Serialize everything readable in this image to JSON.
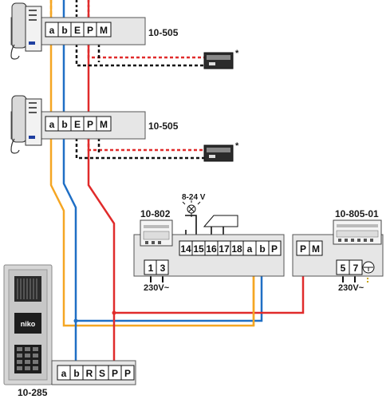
{
  "colors": {
    "orange": "#f5a623",
    "blue": "#1f6fc5",
    "red": "#e02b2b",
    "black": "#111111",
    "box_fill": "#e6e6e6",
    "box_stroke": "#555555"
  },
  "indoor_units": [
    {
      "model": "10-505",
      "terminals": [
        "a",
        "b",
        "E",
        "P",
        "M"
      ],
      "accessory_marker": "*"
    },
    {
      "model": "10-505",
      "terminals": [
        "a",
        "b",
        "E",
        "P",
        "M"
      ],
      "accessory_marker": "*"
    }
  ],
  "power_supply": {
    "model": "10-802",
    "terminals": [
      "14",
      "15",
      "16",
      "17",
      "18",
      "a",
      "b",
      "P"
    ],
    "mains_terminals": [
      "1",
      "3"
    ],
    "mains_label": "230V~",
    "lamp_voltage": "8-24 V"
  },
  "controller": {
    "model": "10-805-01",
    "terminals": [
      "P",
      "M"
    ],
    "mains_terminals": [
      "5",
      "7"
    ],
    "mains_label": "230V~"
  },
  "outdoor_panel": {
    "model": "10-285",
    "brand": "niko",
    "terminals": [
      "a",
      "b",
      "R",
      "S",
      "P",
      "P"
    ]
  }
}
